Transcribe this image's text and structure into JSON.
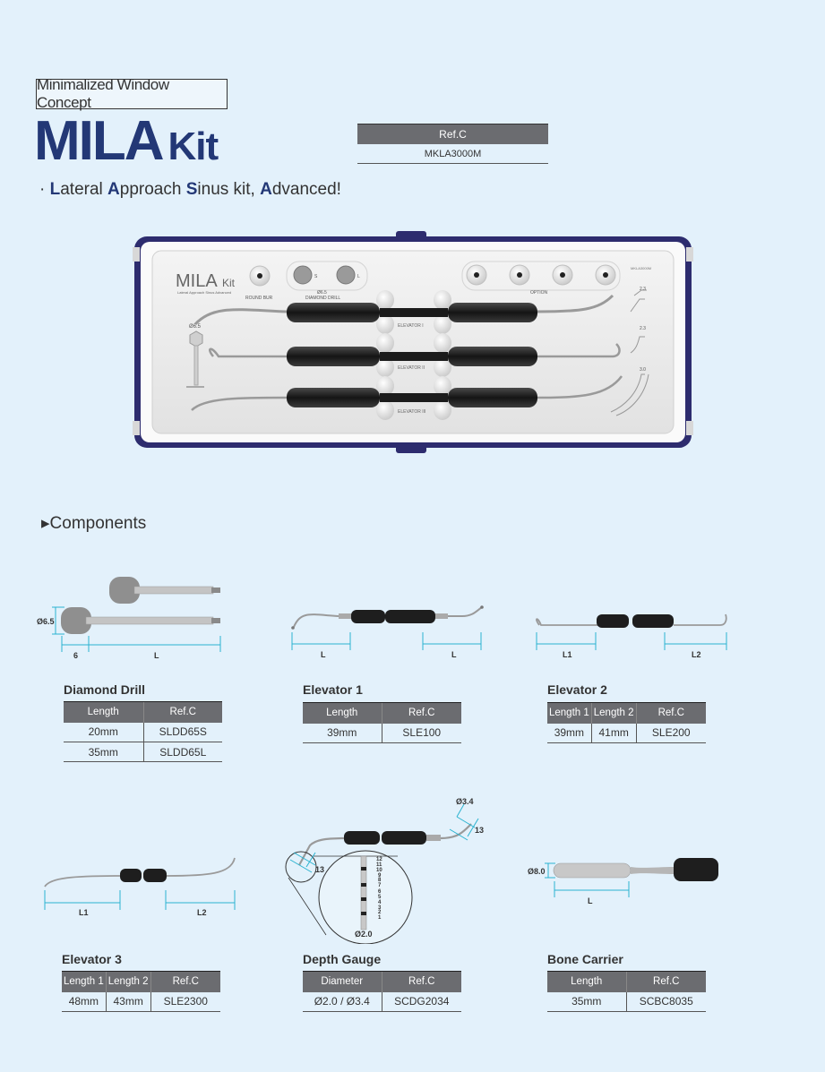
{
  "header": {
    "concept": "Minimalized Window Concept",
    "title_big": "MILA",
    "title_small": "Kit",
    "ref_header": "Ref.C",
    "ref_value": "MKLA3000M",
    "tagline": {
      "bullet": "·",
      "parts": [
        {
          "cap": "L",
          "rest": "ateral "
        },
        {
          "cap": "A",
          "rest": "pproach "
        },
        {
          "cap": "S",
          "rest": "inus kit, "
        },
        {
          "cap": "A",
          "rest": "dvanced!"
        }
      ]
    }
  },
  "kit": {
    "logo_main": "MILA",
    "logo_sub": "Kit",
    "logo_caption": "Lateral Approach Sinus Advanced",
    "round_bur": "ROUND BUR",
    "diamond_drill": "DIAMOND DRILL",
    "diamond_size": "Ø6.5",
    "s": "S",
    "l": "L",
    "option": "OPTION",
    "corner": "MKLA3000M",
    "gauge_size": "Ø6.5",
    "elevator1": "ELEVATOR I",
    "elevator2": "ELEVATOR II",
    "elevator3": "ELEVATOR III",
    "tip1": "2.3",
    "tip2": "2.3",
    "tip3": "3.0"
  },
  "components_title": "▸Components",
  "components": {
    "diamond_drill": {
      "name": "Diamond Drill",
      "dim_diameter": "Ø6.5",
      "dim_short": "6",
      "dim_long": "L",
      "headers": [
        "Length",
        "Ref.C"
      ],
      "rows": [
        [
          "20mm",
          "SLDD65S"
        ],
        [
          "35mm",
          "SLDD65L"
        ]
      ]
    },
    "elevator1": {
      "name": "Elevator 1",
      "dim_left": "L",
      "dim_right": "L",
      "headers": [
        "Length",
        "Ref.C"
      ],
      "rows": [
        [
          "39mm",
          "SLE100"
        ]
      ]
    },
    "elevator2": {
      "name": "Elevator 2",
      "dim_left": "L1",
      "dim_right": "L2",
      "headers": [
        "Length 1",
        "Length 2",
        "Ref.C"
      ],
      "rows": [
        [
          "39mm",
          "41mm",
          "SLE200"
        ]
      ]
    },
    "elevator3": {
      "name": "Elevator 3",
      "dim_left": "L1",
      "dim_right": "L2",
      "headers": [
        "Length 1",
        "Length 2",
        "Ref.C"
      ],
      "rows": [
        [
          "48mm",
          "43mm",
          "SLE2300"
        ]
      ]
    },
    "depth_gauge": {
      "name": "Depth Gauge",
      "dim_top_diameter": "Ø3.4",
      "dim_top_length": "13",
      "dim_left_length": "13",
      "dim_bottom_diameter": "Ø2.0",
      "scale": [
        "12",
        "11",
        "10",
        "9",
        "8",
        "7",
        "6",
        "5",
        "4",
        "3",
        "2",
        "1"
      ],
      "headers": [
        "Diameter",
        "Ref.C"
      ],
      "rows": [
        [
          "Ø2.0 / Ø3.4",
          "SCDG2034"
        ]
      ]
    },
    "bone_carrier": {
      "name": "Bone Carrier",
      "dim_diameter": "Ø8.0",
      "dim_length": "L",
      "headers": [
        "Length",
        "Ref.C"
      ],
      "rows": [
        [
          "35mm",
          "SCBC8035"
        ]
      ]
    }
  },
  "colors": {
    "background": "#e3f1fb",
    "brand": "#233876",
    "table_header": "#6b6c70",
    "dimension": "#2bb3d0",
    "case_frame": "#2d2c6e"
  }
}
